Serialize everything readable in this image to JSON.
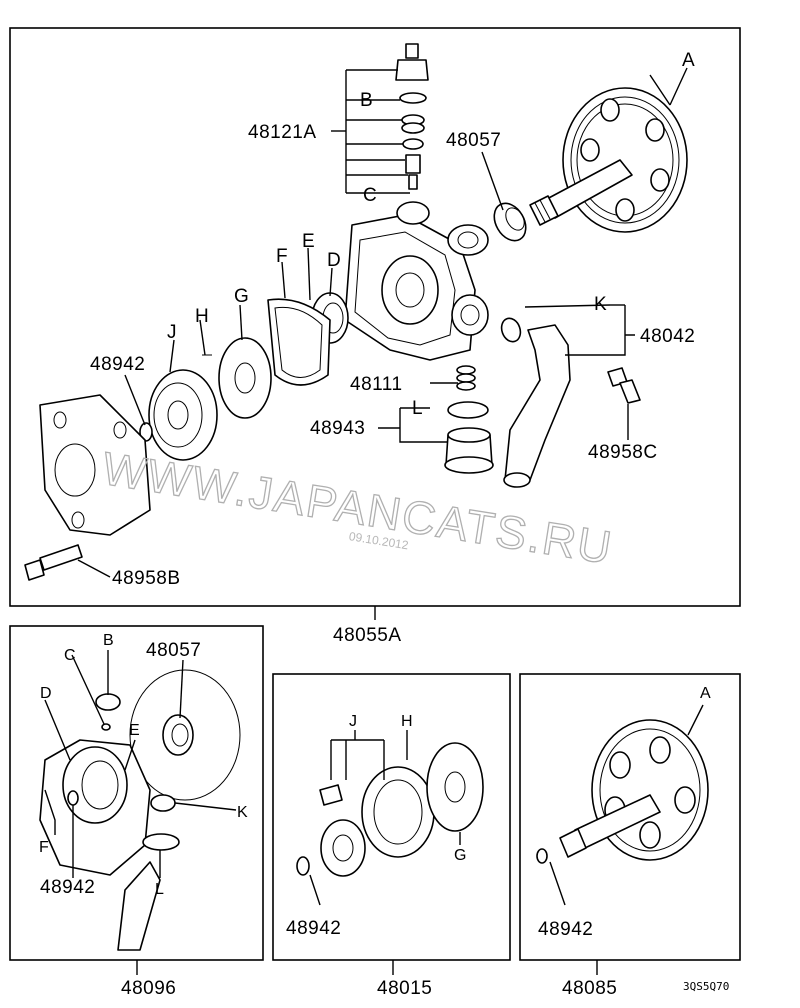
{
  "main": {
    "labels": {
      "A": "A",
      "B": "B",
      "C": "C",
      "D": "D",
      "E": "E",
      "F": "F",
      "G": "G",
      "H": "H",
      "J": "J",
      "K": "K",
      "L": "L",
      "p48121A": "48121A",
      "p48057": "48057",
      "p48042": "48042",
      "p48942": "48942",
      "p48111": "48111",
      "p48943": "48943",
      "p48958C": "48958C",
      "p48958B": "48958B"
    },
    "assembly_number": "48055A"
  },
  "watermark": {
    "text": "WWW.JAPANCATS.RU",
    "date": "09.10.2012"
  },
  "sub_48096": {
    "number": "48096",
    "labels": {
      "B": "B",
      "C": "C",
      "D": "D",
      "E": "E",
      "F": "F",
      "K": "K",
      "L": "L",
      "p48057": "48057",
      "p48942": "48942"
    }
  },
  "sub_48015": {
    "number": "48015",
    "labels": {
      "J": "J",
      "H": "H",
      "G": "G",
      "p48942": "48942"
    }
  },
  "sub_48085": {
    "number": "48085",
    "labels": {
      "A": "A",
      "p48942": "48942"
    }
  },
  "diagram_code": "3QS5Q70"
}
